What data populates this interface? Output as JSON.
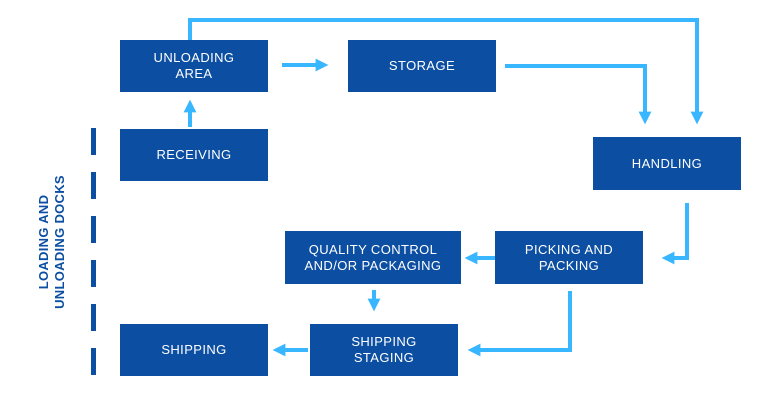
{
  "colors": {
    "box_fill": "#0b4ea2",
    "box_text": "#ffffff",
    "arrow": "#38b6ff",
    "dock_dash": "#0b4ea2"
  },
  "side_label": "LOADING AND\nUNLOADING DOCKS",
  "nodes": {
    "unloading_area": "UNLOADING\nAREA",
    "storage": "STORAGE",
    "receiving": "RECEIVING",
    "handling": "HANDLING",
    "picking_and_packing": "PICKING AND\nPACKING",
    "quality_control": "QUALITY CONTROL\nAND/OR PACKAGING",
    "shipping_staging": "SHIPPING\nSTAGING",
    "shipping": "SHIPPING"
  }
}
